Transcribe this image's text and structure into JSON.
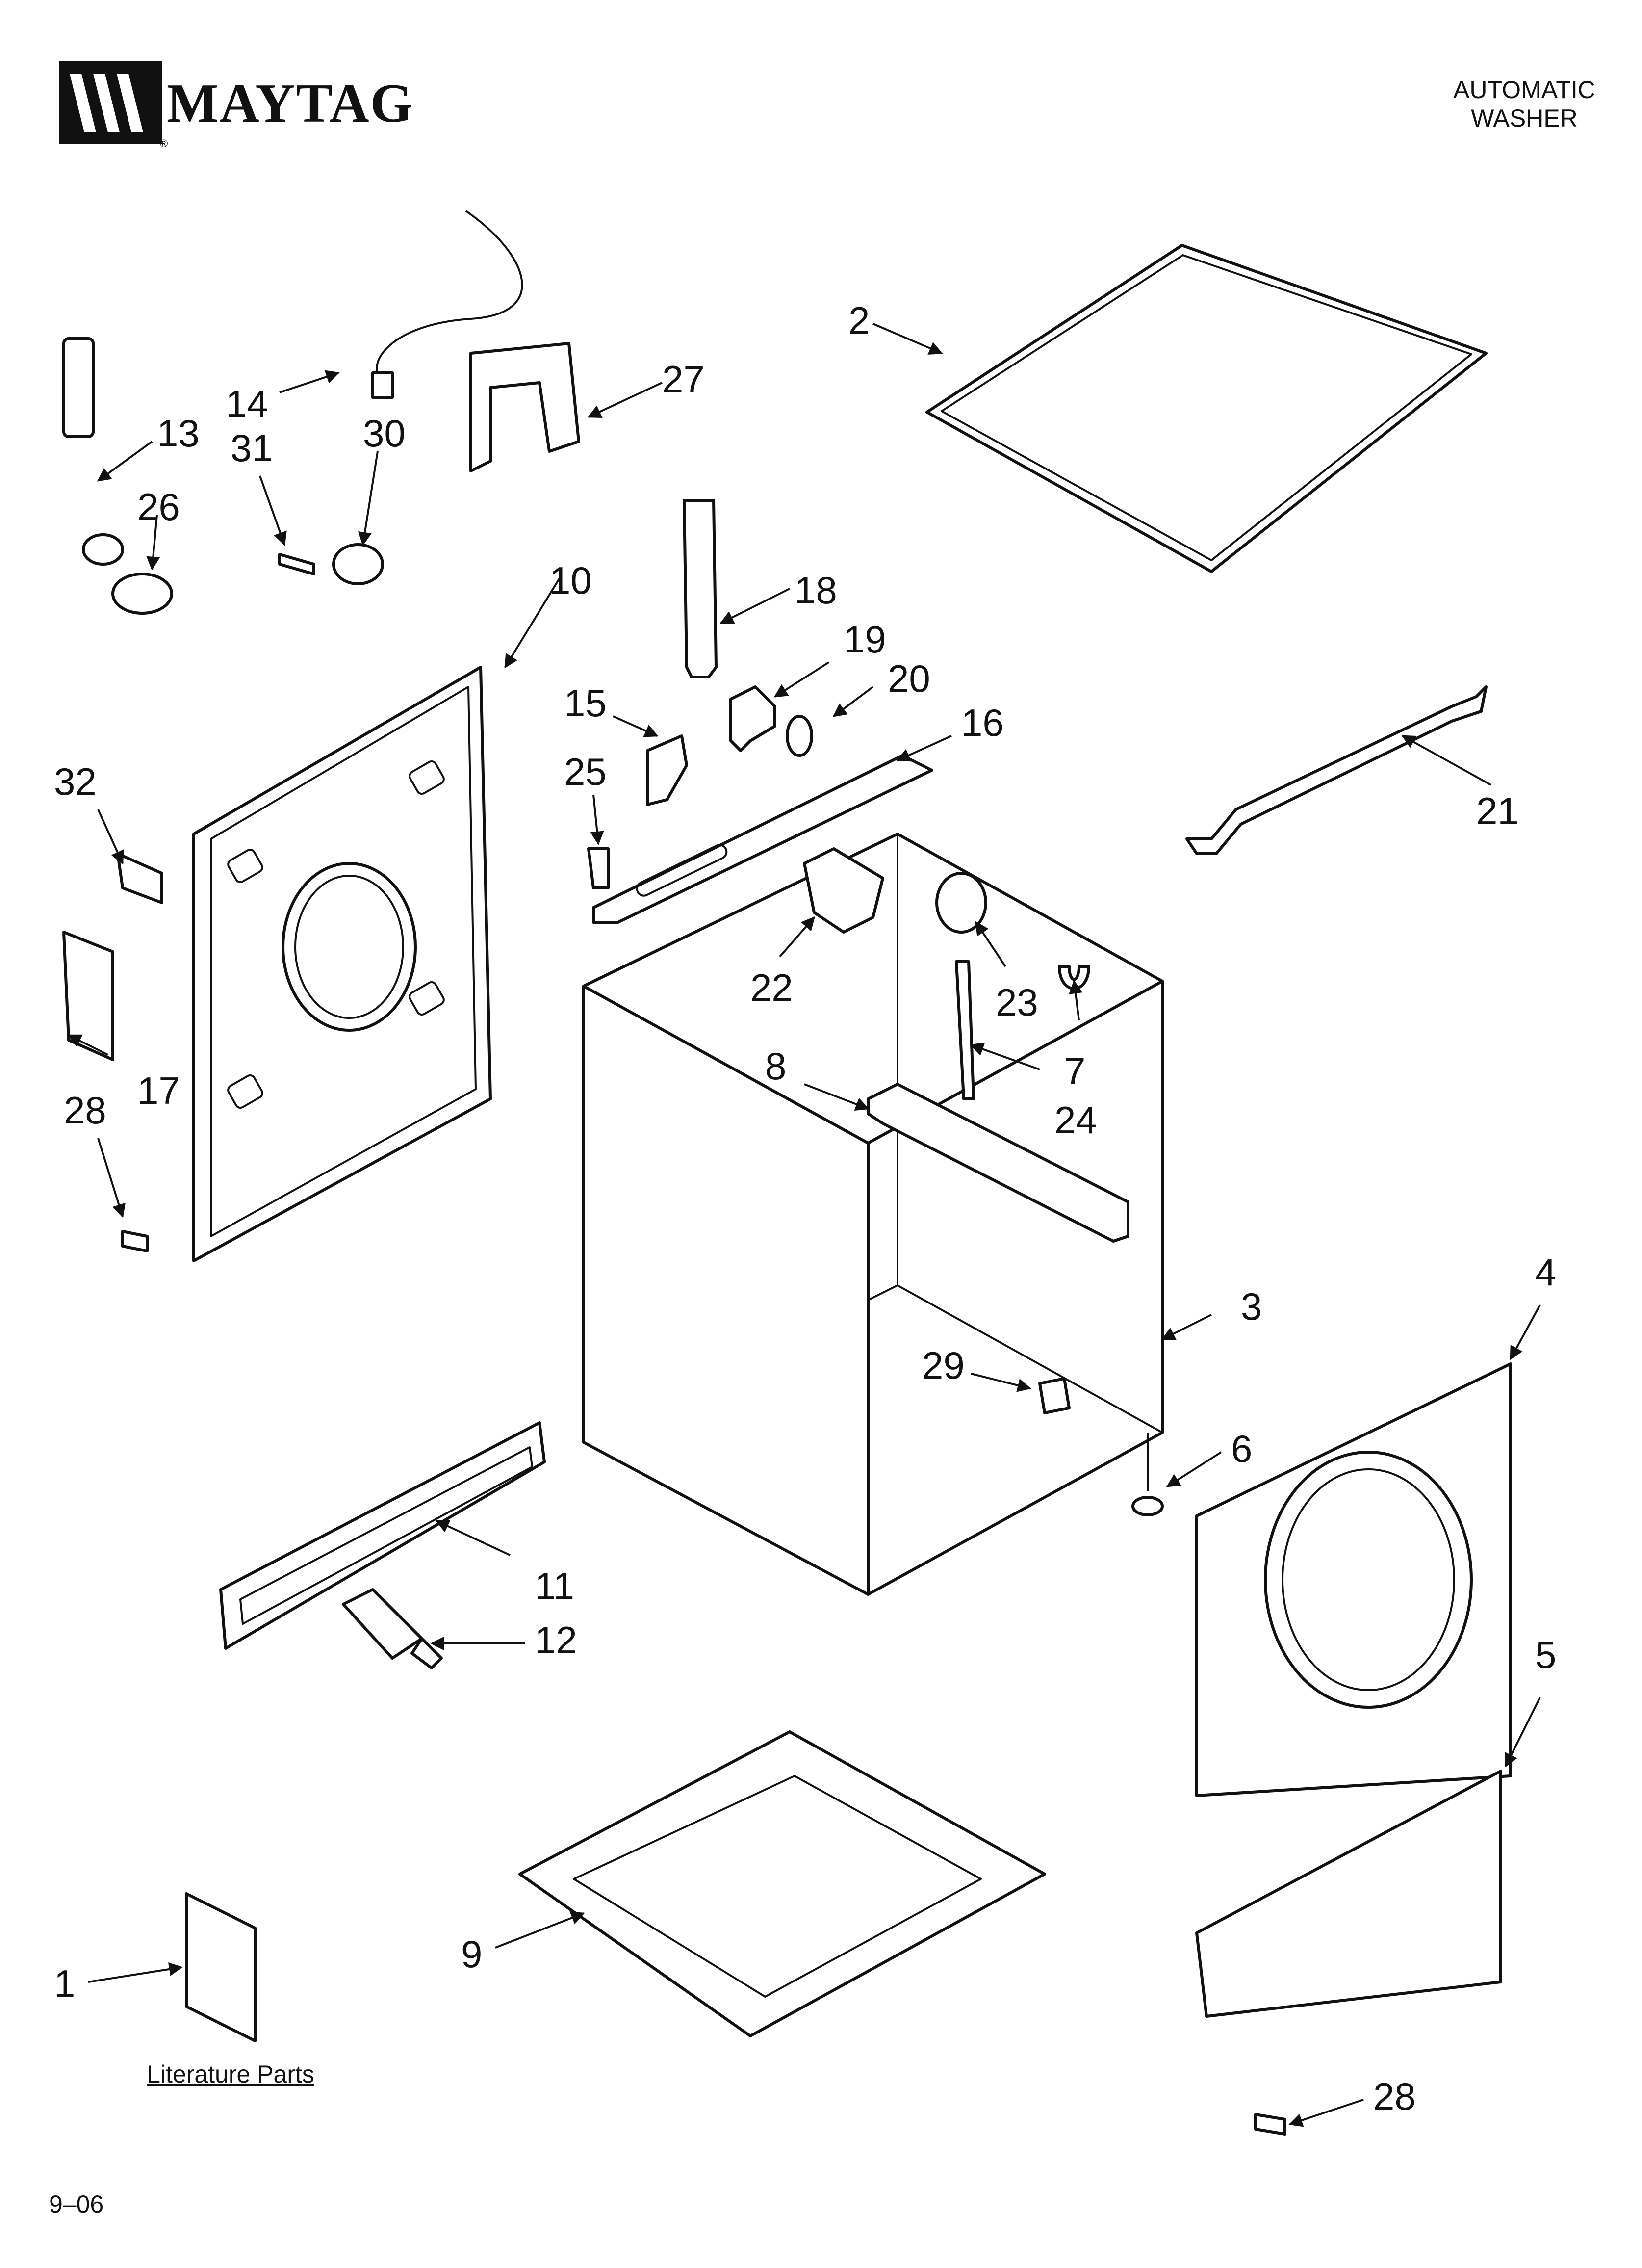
{
  "header": {
    "brand": "MAYTAG",
    "title_line1": "AUTOMATIC",
    "title_line2": "WASHER"
  },
  "callouts": {
    "c1": "1",
    "c2": "2",
    "c3": "3",
    "c4": "4",
    "c5": "5",
    "c6": "6",
    "c7": "7",
    "c8": "8",
    "c9": "9",
    "c10": "10",
    "c11": "11",
    "c12": "12",
    "c13": "13",
    "c14": "14",
    "c15": "15",
    "c16": "16",
    "c17": "17",
    "c18": "18",
    "c19": "19",
    "c20": "20",
    "c21": "21",
    "c22": "22",
    "c23": "23",
    "c24": "24",
    "c25": "25",
    "c26": "26",
    "c27": "27",
    "c28a": "28",
    "c28b": "28",
    "c29": "29",
    "c30": "30",
    "c31": "31",
    "c32": "32"
  },
  "literature_label": "Literature Parts",
  "footer": {
    "date_code": "9–06"
  }
}
